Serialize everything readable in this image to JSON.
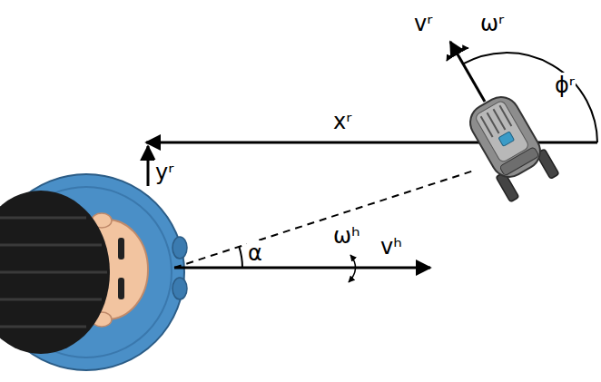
{
  "diagram": {
    "labels": [
      "vʳ",
      "ωʳ",
      "ϕʳ",
      "xʳ",
      "yʳ",
      "ωʰ",
      "vʰ",
      "α"
    ]
  }
}
